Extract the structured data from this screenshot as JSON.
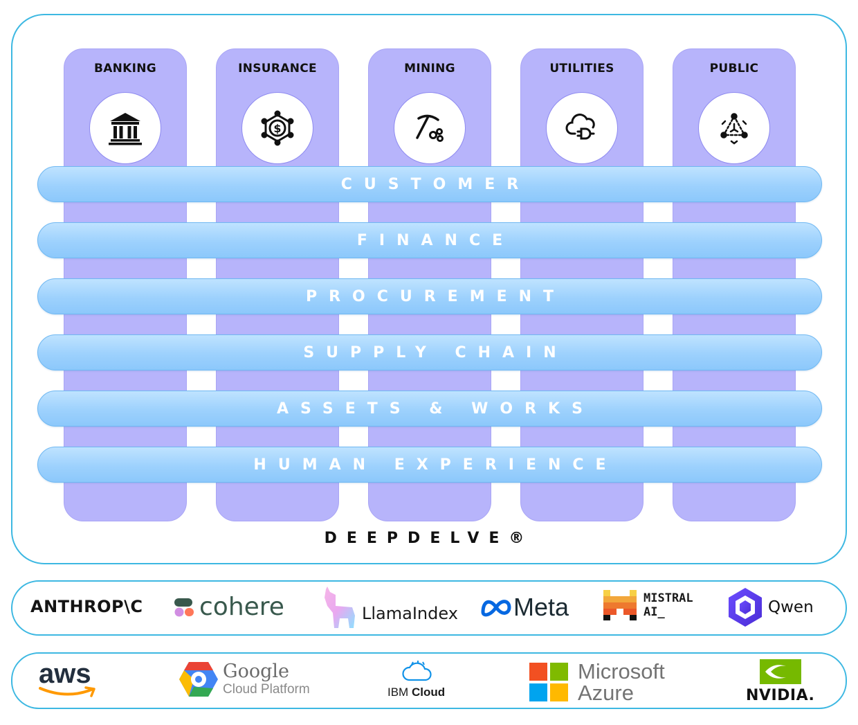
{
  "columns": [
    {
      "label": "BANKING",
      "icon": "bank-icon"
    },
    {
      "label": "INSURANCE",
      "icon": "dollar-network-icon"
    },
    {
      "label": "MINING",
      "icon": "pickaxe-icon"
    },
    {
      "label": "UTILITIES",
      "icon": "cloud-plug-icon"
    },
    {
      "label": "PUBLIC",
      "icon": "triangle-network-icon"
    }
  ],
  "bands": [
    {
      "label": "CUSTOMER"
    },
    {
      "label": "FINANCE"
    },
    {
      "label": "PROCUREMENT"
    },
    {
      "label": "SUPPLY CHAIN"
    },
    {
      "label": "ASSETS & WORKS"
    },
    {
      "label": "HUMAN EXPERIENCE"
    }
  ],
  "brand": "DEEPDELVE®",
  "models": {
    "anthropic": "ANTHROP\\C",
    "cohere": "cohere",
    "llamaindex": "LlamaIndex",
    "meta": "Meta",
    "mistral_line1": "MISTRAL",
    "mistral_line2": "AI_",
    "qwen": "Qwen"
  },
  "clouds": {
    "aws": "aws",
    "google": "Google",
    "google_sub": "Cloud Platform",
    "ibm_prefix": "IBM ",
    "ibm_suffix": "Cloud",
    "azure_line1": "Microsoft",
    "azure_line2": "Azure",
    "nvidia": "NVIDIA."
  },
  "colors": {
    "frame_border": "#3db8e2",
    "column_fill": "#b7b4fb",
    "band_fill": "#9dd1fd",
    "band_text": "#ffffff"
  }
}
